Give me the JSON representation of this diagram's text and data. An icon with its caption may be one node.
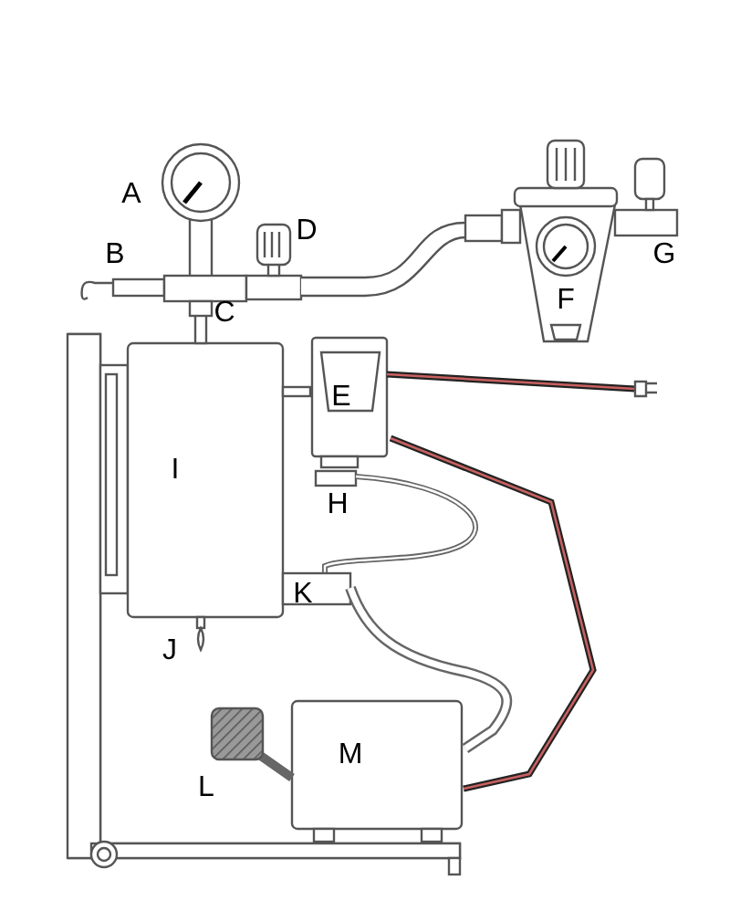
{
  "diagram": {
    "labels": [
      "A",
      "D",
      "B",
      "G",
      "C",
      "F",
      "E",
      "I",
      "H",
      "K",
      "J",
      "M",
      "L"
    ]
  }
}
